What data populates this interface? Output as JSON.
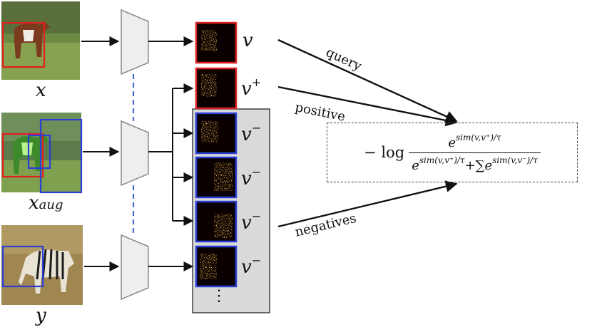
{
  "inputs": {
    "x_label": "x",
    "x_aug_label_base": "x",
    "x_aug_label_sub": "aug",
    "y_label": "y"
  },
  "features": {
    "v_label": "v",
    "v_pos_label": "v",
    "v_pos_sup": "+",
    "v_neg_label": "v",
    "v_neg_sup": "−",
    "ellipsis": "⋮"
  },
  "arrows": {
    "query": "query",
    "positive": "positive",
    "negatives": "negatives"
  },
  "formula": {
    "prefix": "− log",
    "numerator_base": "e",
    "numerator_exp": "sim(v,v⁺)/τ",
    "denominator_base1": "e",
    "denominator_exp1": "sim(v,v⁺)/τ",
    "denominator_plus": "+∑",
    "denominator_base2": "e",
    "denominator_exp2": "sim(v,v⁻)/τ"
  },
  "colors": {
    "query_border": "#e02020",
    "positive_border": "#e02020",
    "negative_border": "#2a3fd6",
    "x_box": "#e02020",
    "aug_box_red": "#e02020",
    "aug_box_blue": "#2a3fd6",
    "y_box": "#2a3fd6",
    "encoder_fill": "#eeeeee",
    "encoder_stroke": "#8a8a8a",
    "shared_weights_line": "#4a6fd0",
    "negatives_bg": "#d9d9d9"
  }
}
